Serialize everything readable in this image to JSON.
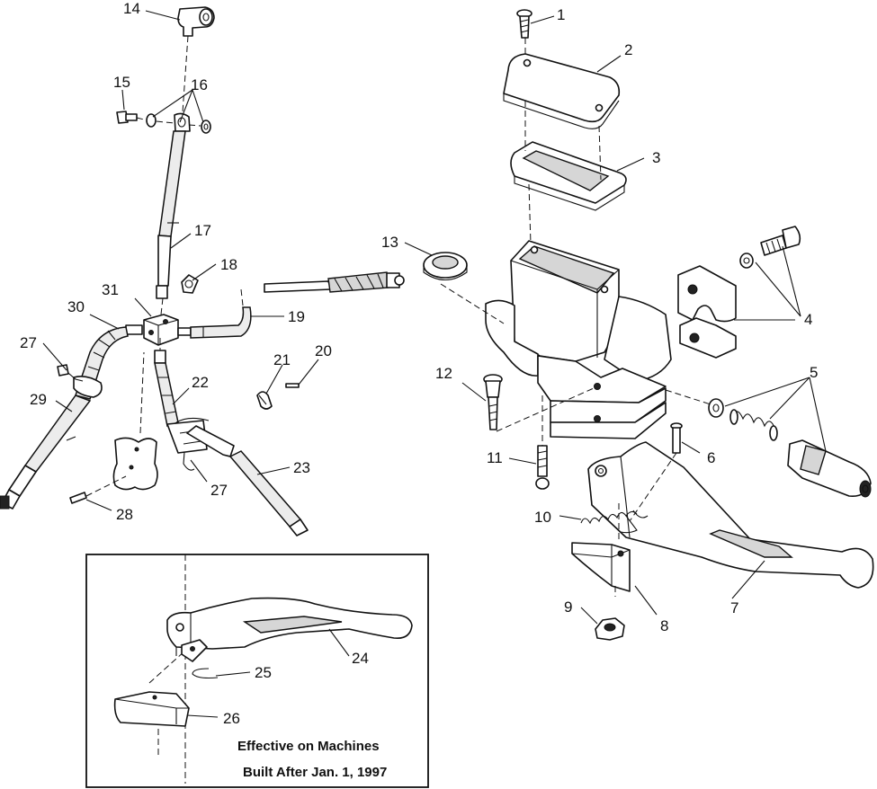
{
  "callouts": [
    "1",
    "2",
    "3",
    "4",
    "5",
    "6",
    "7",
    "8",
    "9",
    "10",
    "11",
    "12",
    "13",
    "14",
    "15",
    "16",
    "17",
    "18",
    "19",
    "20",
    "21",
    "22",
    "23",
    "24",
    "25",
    "26",
    "27",
    "28",
    "29",
    "30",
    "31"
  ],
  "callout_27_repeat": "27",
  "inset": {
    "note_line1": "Effective on Machines",
    "note_line2": "Built After Jan. 1, 1997"
  }
}
